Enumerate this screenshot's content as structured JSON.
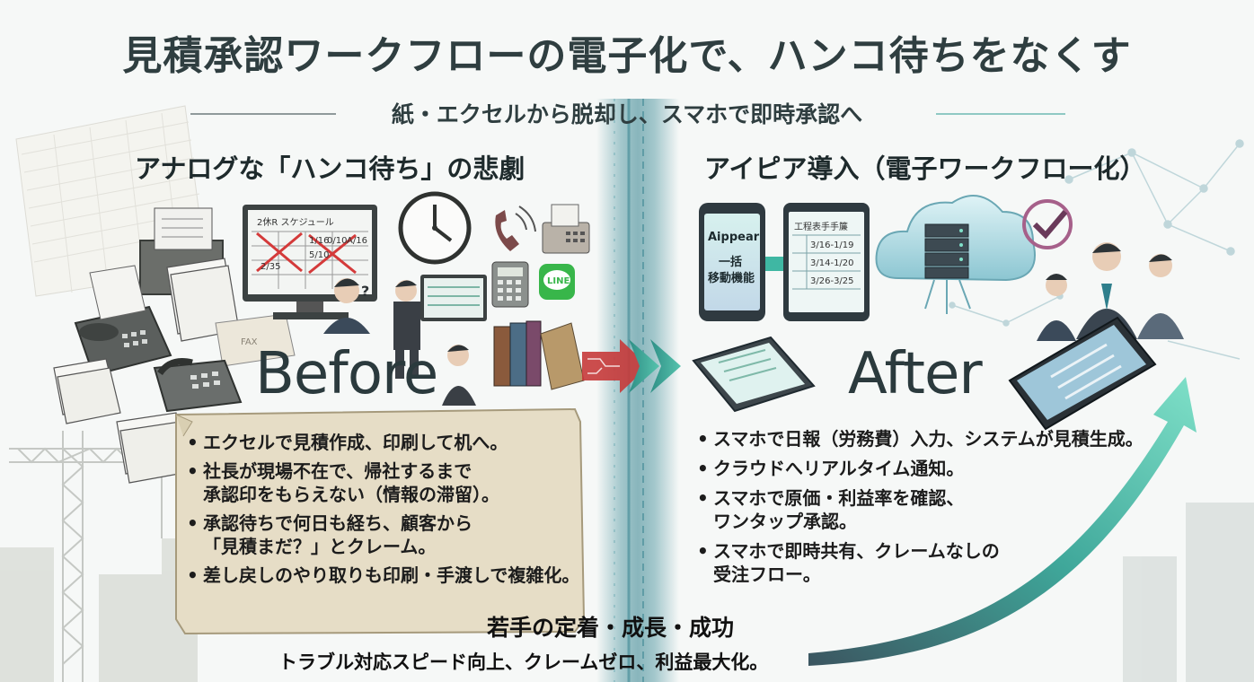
{
  "title": "見積承認ワークフローの電子化で、ハンコ待ちをなくす",
  "subtitle": "紙・エクセルから脱却し、スマホで即時承認へ",
  "before": {
    "heading": "アナログな「ハンコ待ち」の悲劇",
    "label": "Before",
    "monitor_title": "2休R スケジュール",
    "monitor_cells": [
      "1/16",
      "0/10",
      "A/16",
      "5/10",
      "2/35"
    ],
    "fax_label": "FAX",
    "line_label": "LINE",
    "points": [
      "エクセルで見積作成、印刷して机へ。",
      "社長が現場不在で、帰社するまで\n承認印をもらえない（情報の滞留）。",
      "承認待ちで何日も経ち、顧客から\n「見積まだ？」とクレーム。",
      "差し戻しのやり取りも印刷・手渡しで複雑化。"
    ]
  },
  "after": {
    "heading": "アイピア導入（電子ワークフロー化）",
    "label": "After",
    "phone_app": "Aippear",
    "phone_line1": "一括",
    "phone_line2": "移動機能",
    "tablet_title": "工程表手手簾",
    "tablet_rows": [
      "3/16-1/19",
      "3/14-1/20",
      "3/26-3/25"
    ],
    "points": [
      "スマホで日報（労務費）入力、システムが見積生成。",
      "クラウドへリアルタイム通知。",
      "スマホで原価・利益率を確認、\nワンタップ承認。",
      "スマホで即時共有、クレームなしの\n受注フロー。"
    ]
  },
  "outcome": {
    "title": "若手の定着・成長・成功",
    "description": "トラブル対応スピード向上、クレームゼロ、利益最大化。"
  },
  "colors": {
    "text": "#2f3e40",
    "teal": "#3fb7a3",
    "red_arrow": "#c63a3a",
    "paper": "#e6ddc6"
  }
}
